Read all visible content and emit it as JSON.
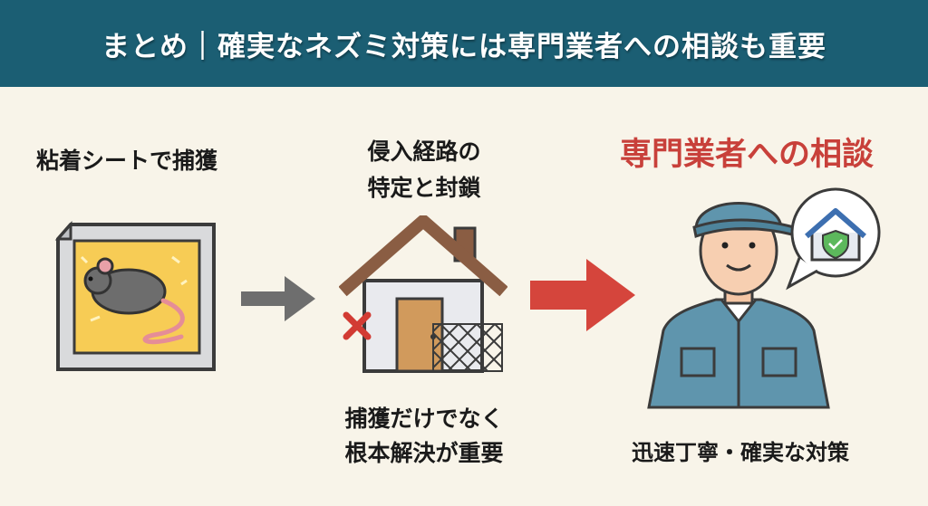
{
  "header": {
    "title": "まとめ｜確実なネズミ対策には専門業者への相談も重要"
  },
  "step1": {
    "label": "粘着シートで捕獲",
    "icon": "sticky-trap-mouse-icon"
  },
  "step2": {
    "label_line1": "侵入経路の",
    "label_line2": "特定と封鎖",
    "caption_line1": "捕獲だけでなく",
    "caption_line2": "根本解決が重要",
    "icon": "sealed-house-icon"
  },
  "step3": {
    "label": "専門業者への相談",
    "caption": "迅速丁寧・確実な対策",
    "icon": "pest-control-worker-icon"
  },
  "colors": {
    "header": "#1b5e73",
    "accent": "#c8403a",
    "background": "#f8f4e9",
    "arrow_gray": "#6e6e6e"
  }
}
